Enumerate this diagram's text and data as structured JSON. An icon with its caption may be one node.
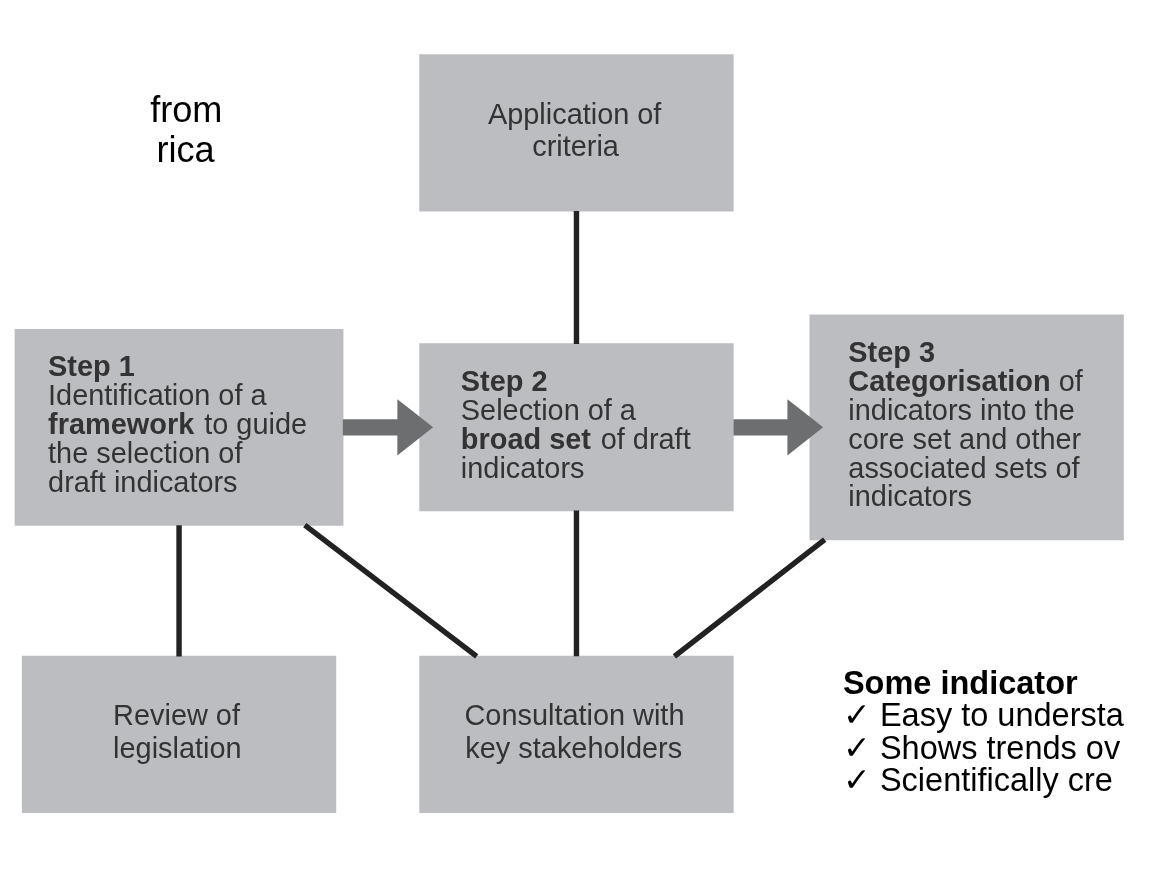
{
  "diagram": {
    "nodes": [
      {
        "text": [
          "Application of criteria"
        ]
      },
      {
        "text": [
          "Step 1",
          "Identification of a **framework** to guide the selection of draft indicators"
        ]
      },
      {
        "text": [
          "Step 2",
          "Selection of a **broad set** of draft indicators"
        ]
      },
      {
        "text": [
          "Step 3",
          "**Categorisation** of indicators into the core set and other associated sets of indicators"
        ]
      },
      {
        "text": [
          "Review of legislation"
        ]
      },
      {
        "text": [
          "Consultation with key stakeholders"
        ]
      }
    ],
    "edges": [
      {
        "from": 0,
        "to": 2,
        "arrow": "none"
      },
      {
        "from": 1,
        "to": 2,
        "arrow": "to",
        "style": "thick",
        "color": "#6d6e70"
      },
      {
        "from": 2,
        "to": 3,
        "arrow": "to",
        "style": "thick",
        "color": "#6d6e70"
      },
      {
        "from": 1,
        "to": 4,
        "arrow": "none"
      },
      {
        "from": 1,
        "to": 5,
        "arrow": "none"
      },
      {
        "from": 2,
        "to": 5,
        "arrow": "none"
      },
      {
        "from": 3,
        "to": 5,
        "arrow": "none"
      }
    ],
    "labels": [
      "from",
      "rica",
      "Some indicator",
      "✓ Easy to understa",
      "✓ Shows trends ov",
      "✓ Scientifically cre"
    ]
  }
}
